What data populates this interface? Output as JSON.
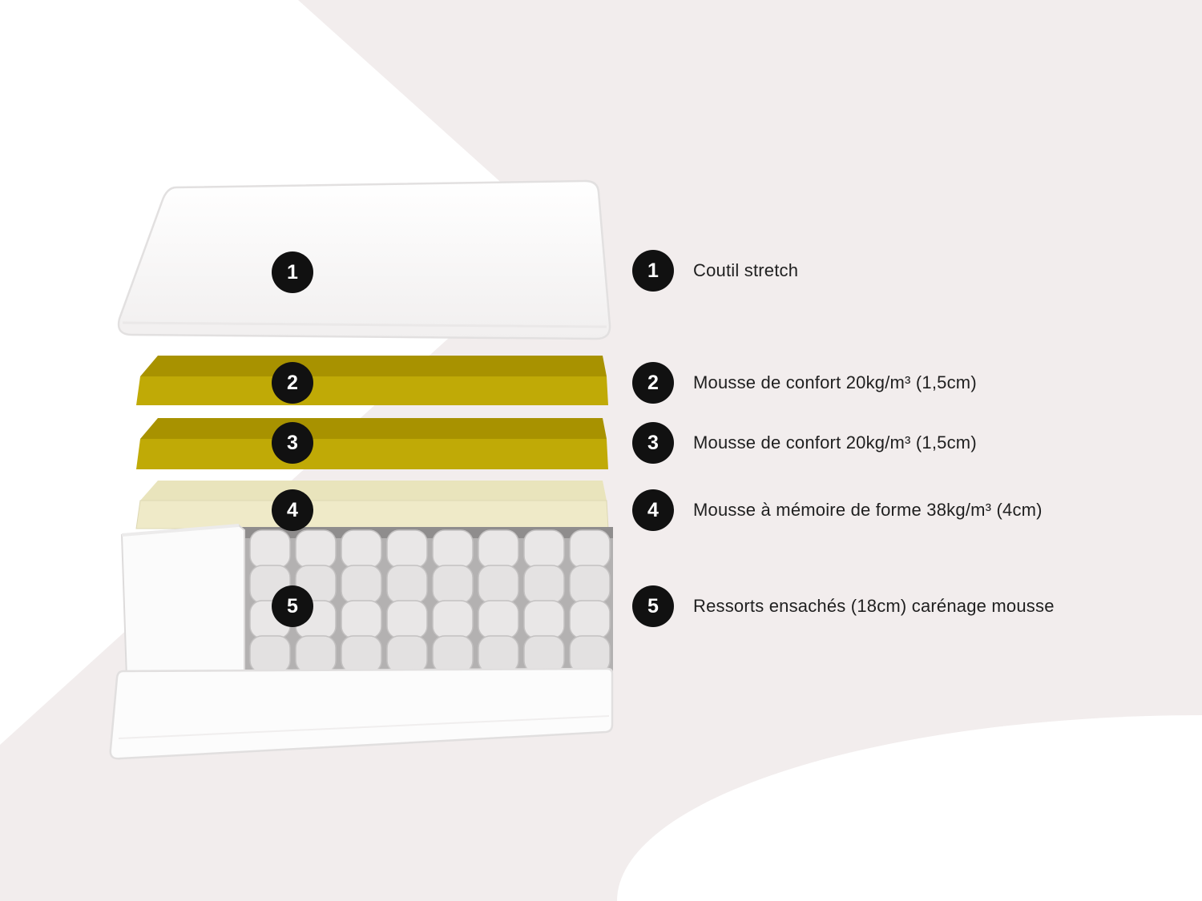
{
  "diagram_title": "",
  "colors": {
    "background": "#f2eded",
    "corner_white": "#ffffff",
    "badge_background": "#111111",
    "badge_text": "#ffffff",
    "comfort_foam_top": "#a89200",
    "comfort_foam_front": "#c0aa06",
    "memory_foam_top": "#e9e4bc",
    "memory_foam_front": "#efeac8",
    "spring_gap_gray": "#b3b1b1",
    "spring_pocket_gray": "#e8e6e6",
    "cover_white": "#fcfcfc",
    "label_text": "#1f1f1f"
  },
  "layers": [
    {
      "num": "1",
      "label": "Coutil stretch"
    },
    {
      "num": "2",
      "label": "Mousse de confort 20kg/m³ (1,5cm)"
    },
    {
      "num": "3",
      "label": "Mousse de confort 20kg/m³ (1,5cm)"
    },
    {
      "num": "4",
      "label": "Mousse à mémoire de forme 38kg/m³ (4cm)"
    },
    {
      "num": "5",
      "label": "Ressorts ensachés (18cm) carénage mousse"
    }
  ]
}
